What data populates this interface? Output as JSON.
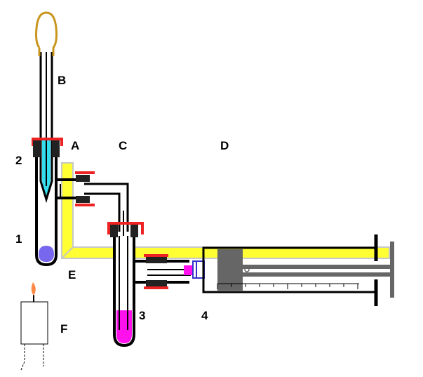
{
  "labels": {
    "A": "A",
    "B": "B",
    "C": "C",
    "D": "D",
    "E": "E",
    "F": "F",
    "n1": "1",
    "n2": "2",
    "n3": "3",
    "n4": "4"
  },
  "colors": {
    "stand_yellow": "#ffff33",
    "stand_edge": "#c8c8c8",
    "glass": "#000000",
    "stopper_red": "#ee2222",
    "liquid_cyan": "#33ddee",
    "liquid_blue": "#7766ee",
    "liquid_magenta": "#ff11ee",
    "syringe_plunger": "#666666",
    "flame_orange": "#ff8844",
    "wire_gold": "#c8961e"
  }
}
